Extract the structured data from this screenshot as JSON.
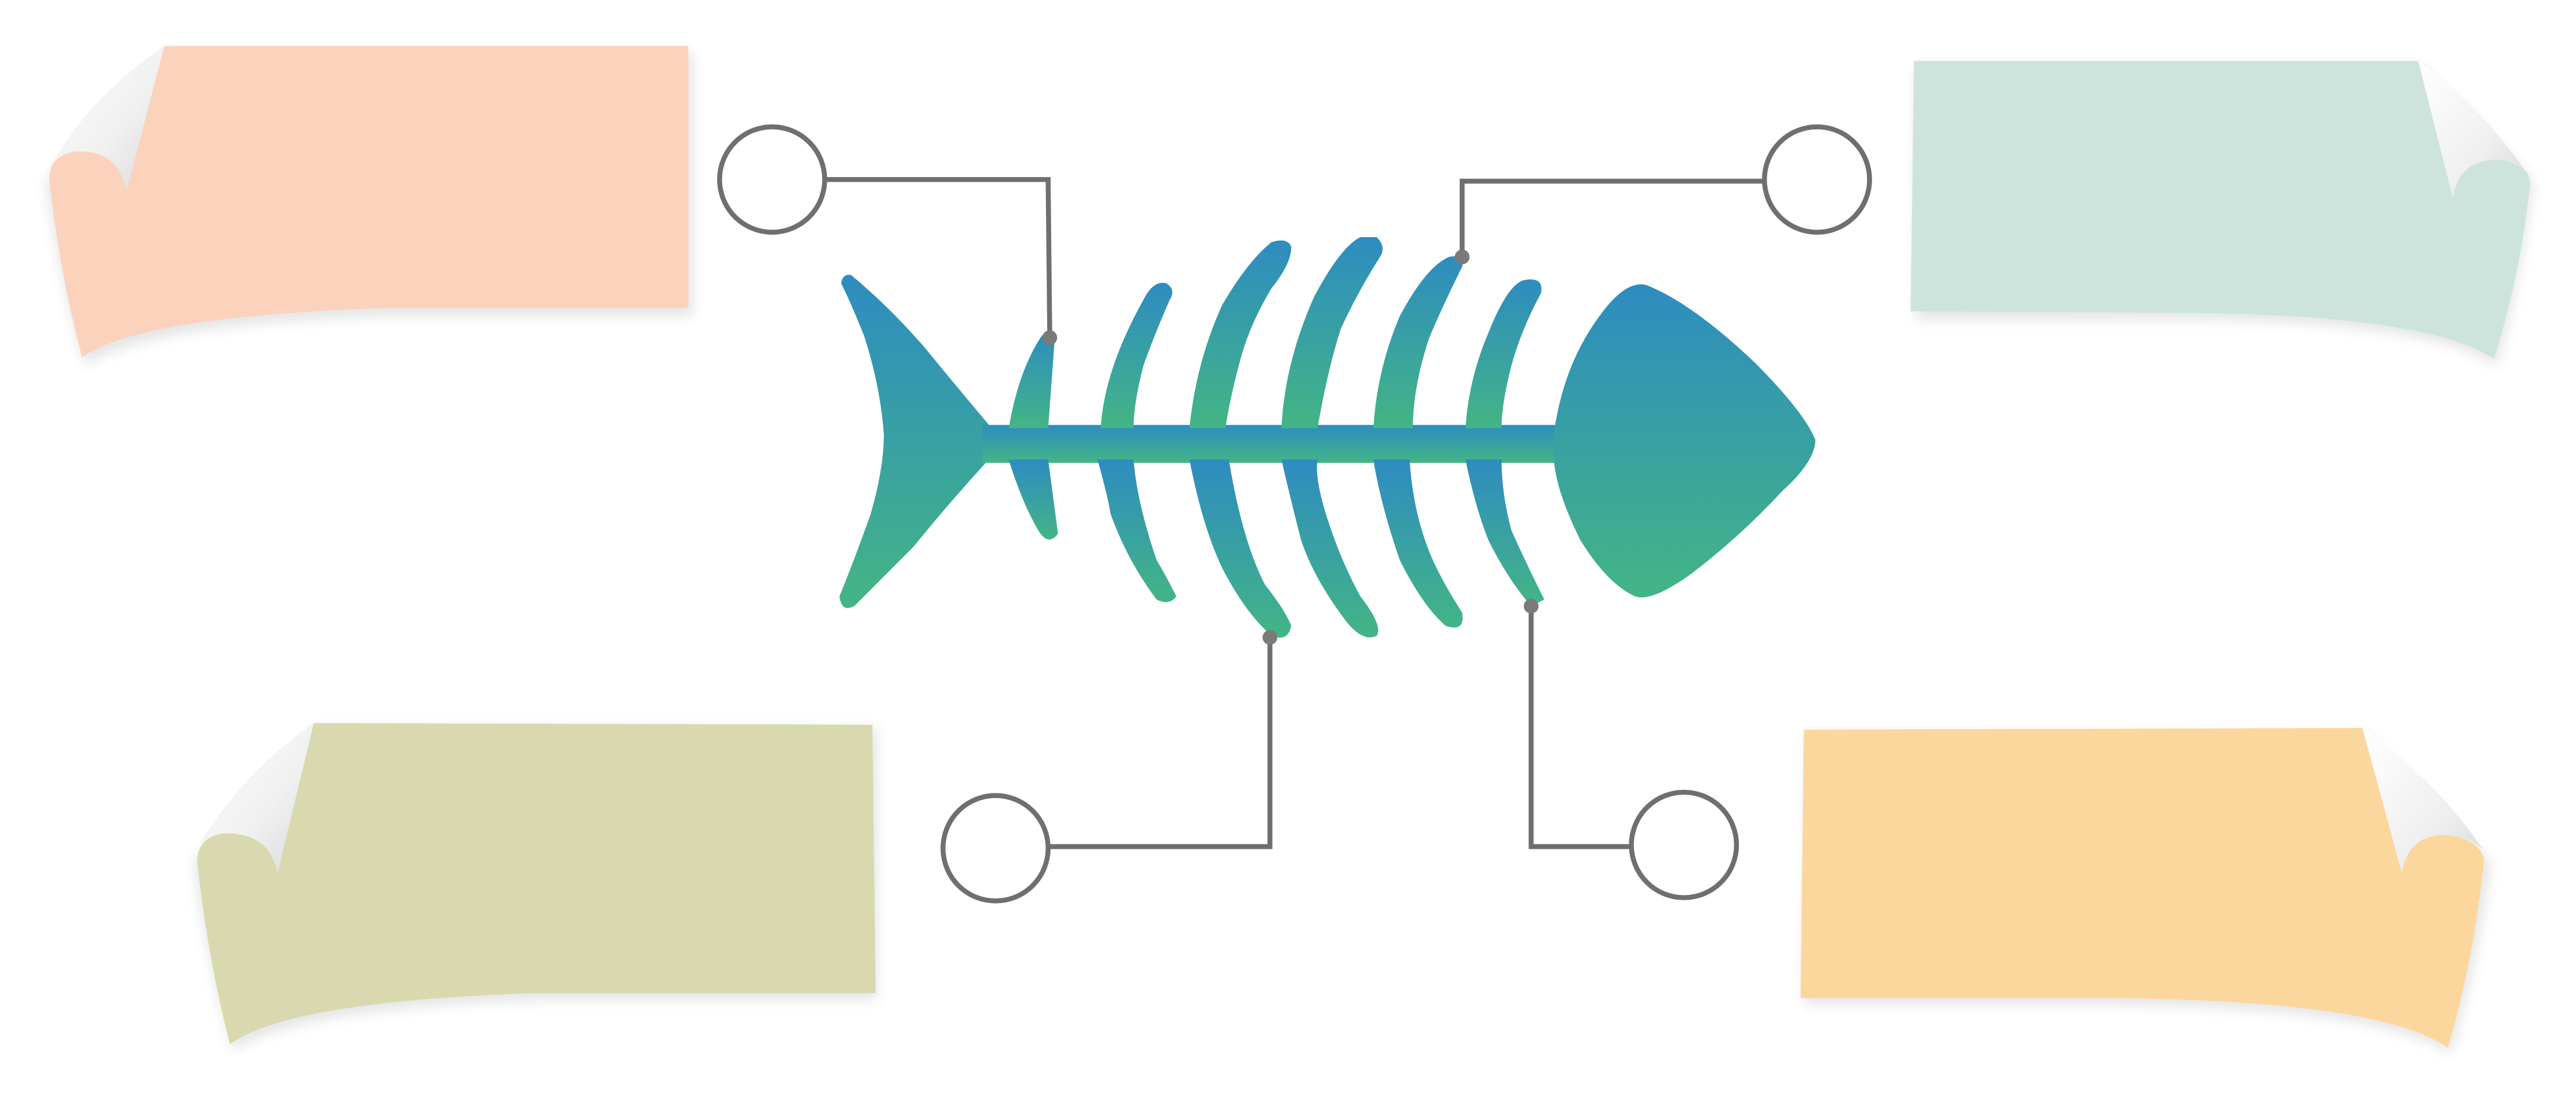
{
  "diagram": {
    "kind": "fishbone",
    "fish_gradient": {
      "top": "#2e8cc0",
      "bottom": "#43b585"
    },
    "connector_color": "#6f6f6f",
    "notes": [
      {
        "id": "top-left",
        "color": "#fbd3bd",
        "curl": "top-left"
      },
      {
        "id": "top-right",
        "color": "#cde4dc",
        "curl": "top-right"
      },
      {
        "id": "bottom-left",
        "color": "#dad8ae",
        "curl": "top-left"
      },
      {
        "id": "bottom-right",
        "color": "#fbd79d",
        "curl": "top-right"
      }
    ]
  }
}
